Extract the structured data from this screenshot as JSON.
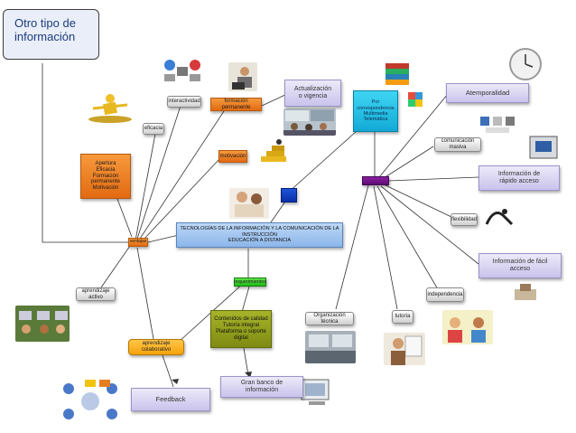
{
  "corner_box": {
    "lines": [
      "Otro tipo de",
      "información"
    ]
  },
  "nodes": {
    "center": [
      "TECNOLOGÍAS DE LA INFORMACIÓN Y LA COMUNICACIÓN DE LA INSTRUCCIÓN",
      "EDUCACIÓN A DISTANCIA"
    ],
    "ventajas": "ventajas",
    "apertura_box": [
      "Apertura",
      "Eficacia",
      "Formación permanente",
      "Motivación"
    ],
    "eficacia": "eficacia",
    "interactividad": "interactividad",
    "formacion_permanente": "formación permanente",
    "actualizacion": [
      "Actualización",
      "o vigencia"
    ],
    "motivacion": "motivación",
    "aprendizaje_activo": "aprendizaje activo",
    "aprendizaje_colaborativo": "aprendizaje colaborativo",
    "feedback": "Feedback",
    "requerimientos": "requerimientos",
    "contenidos_box": [
      "Contenidos de calidad",
      "Tutoría integral",
      "Plataforma o soporte digital"
    ],
    "gran_banco": [
      "Gran banco de",
      "información"
    ],
    "por_correspondencia": [
      "Por correspondencia",
      "Multimedia",
      "Telemática"
    ],
    "atemporalidad": "Atemporalidad",
    "comunicacion_masiva": "comunicación masiva",
    "info_rapido": [
      "Información de",
      "rápido acceso"
    ],
    "flexibilidad": "flexibilidad",
    "info_facil": [
      "Información de fácil",
      "acceso"
    ],
    "independencia": "independencia",
    "tutoria": "tutoría",
    "organizacion_tecnica": "Organización técnica"
  },
  "colors": {
    "orange": "#ef7f22",
    "cyan": "#1fbfe6",
    "lavender": "#d6d1f3",
    "green": "#2fcf22",
    "olive": "#8f9b1a",
    "yellow": "#fbb32a",
    "navy": "#1040c0",
    "purple": "#6e1386",
    "corner_border": "#3c3c3c"
  }
}
